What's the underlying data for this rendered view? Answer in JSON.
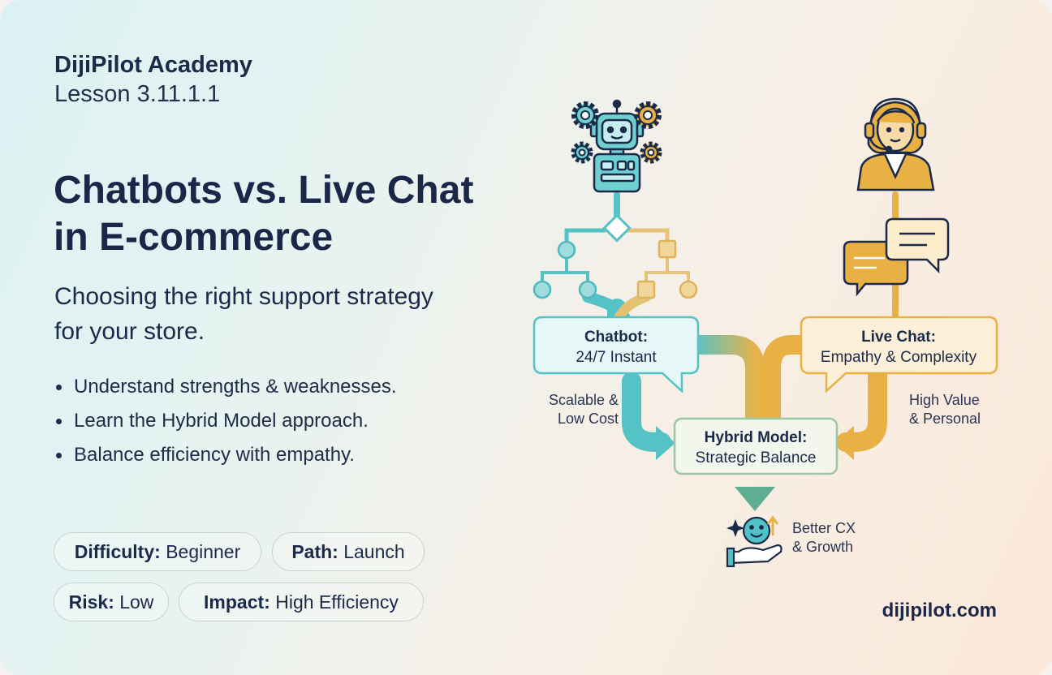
{
  "brand": {
    "academy": "DijiPilot Academy",
    "lesson": "Lesson 3.11.1.1"
  },
  "title": "Chatbots vs. Live Chat in E-commerce",
  "subtitle": "Choosing the right support strategy for your store.",
  "bullets": [
    "Understand strengths & weaknesses.",
    "Learn the Hybrid Model approach.",
    "Balance efficiency with empathy."
  ],
  "tags": {
    "difficulty": {
      "label": "Difficulty:",
      "value": "Beginner"
    },
    "path": {
      "label": "Path:",
      "value": "Launch"
    },
    "risk": {
      "label": "Risk:",
      "value": "Low"
    },
    "impact": {
      "label": "Impact:",
      "value": "High Efficiency"
    }
  },
  "diagram": {
    "chatbot": {
      "title": "Chatbot:",
      "subtitle": "24/7 Instant"
    },
    "live_chat": {
      "title": "Live Chat:",
      "subtitle": "Empathy & Complexity"
    },
    "hybrid": {
      "title": "Hybrid Model:",
      "subtitle": "Strategic Balance"
    },
    "left_note": {
      "line1": "Scalable &",
      "line2": "Low Cost"
    },
    "right_note": {
      "line1": "High Value",
      "line2": "& Personal"
    },
    "outcome": {
      "line1": "Better CX",
      "line2": "& Growth"
    },
    "icons": [
      "robot-icon",
      "gear-icon",
      "agent-headset-icon",
      "chat-bubbles-icon",
      "smiley-hand-icon",
      "decision-tree-icon"
    ],
    "colors": {
      "teal": "#4fc3c7",
      "orange": "#e9ad3c",
      "navy": "#1c2a4a"
    }
  },
  "website": "dijipilot.com"
}
